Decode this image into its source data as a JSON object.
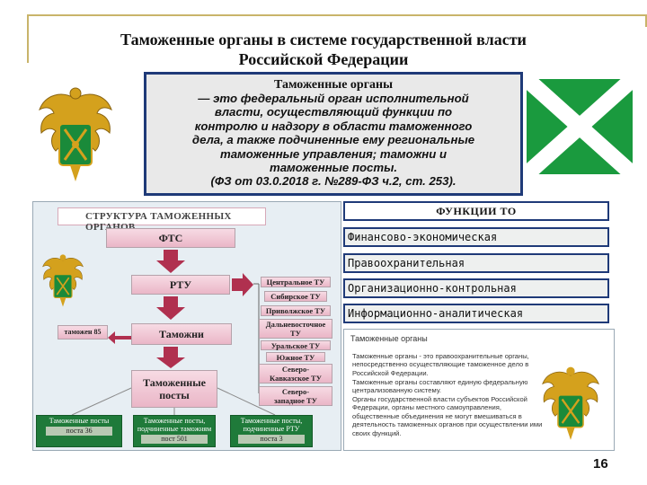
{
  "title_line1": "Таможенные органы в системе государственной власти",
  "title_line2": "Российской Федерации",
  "definition": {
    "heading": "Таможенные органы",
    "lines": [
      "— это федеральный орган исполнительной",
      "власти, осуществляющий функции по",
      "контролю и надзору в области таможенного",
      "дела, а также подчиненные ему региональные",
      "таможенные управления; таможни и",
      "таможенные посты.",
      "(ФЗ от 03.0.2018 г. №289-ФЗ ч.2, ст. 253)."
    ]
  },
  "colors": {
    "frame": "#c9b46a",
    "border_blue": "#1f3a78",
    "flag_green": "#1a9a3e",
    "box_pink": "#eab6c7",
    "post_green": "#1f7a3a",
    "arrow": "#b0304f"
  },
  "structure": {
    "title": "СТРУКТУРА ТАМОЖЕННЫХ ОРГАНОВ",
    "ftc": "ФТС",
    "rtu": "РТУ",
    "customs": "Таможни",
    "customs_count": "таможен 85",
    "posts": "Таможенные посты",
    "regions": [
      "Центральное ТУ",
      "Сибирское ТУ",
      "Приволжское ТУ",
      "Дальневосточное ТУ",
      "Уральское ТУ",
      "Южное ТУ",
      "Северо-Кавказское ТУ",
      "Северо-западное ТУ"
    ],
    "post_types": [
      {
        "label": "Таможенные посты",
        "count": "поста 36"
      },
      {
        "label": "Таможенные посты, подчиненные таможням",
        "count": "пост 501"
      },
      {
        "label": "Таможенные посты, подчиненные РТУ",
        "count": "поста 3"
      }
    ]
  },
  "functions": {
    "heading": "ФУНКЦИИ ТО",
    "items": [
      "Финансово-экономическая",
      "Правоохранительная",
      "Организационно-контрольная",
      "Информационно-аналитическая"
    ]
  },
  "info": {
    "title": "Таможенные органы",
    "bullets": [
      "Таможенные органы - это правоохранительные органы, непосредственно осуществляющие таможенное дело в Российской Федерации.",
      "Таможенные органы составляют единую федеральную централизованную систему.",
      "Органы государственной власти субъектов Российской Федерации, органы местного самоуправления, общественные объединения не могут вмешиваться в деятельность таможенных органов при осуществлении ими своих функций."
    ]
  },
  "page_number": "16"
}
